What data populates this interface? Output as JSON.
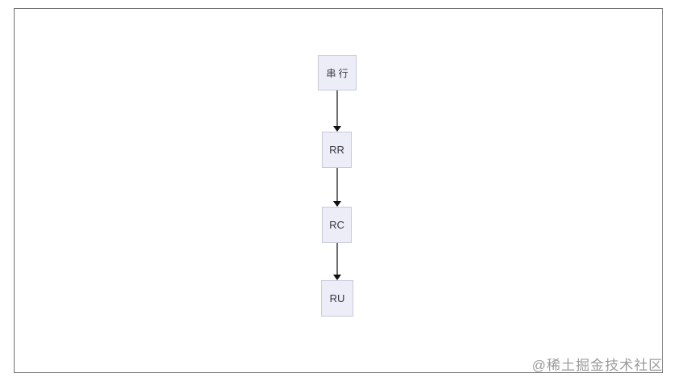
{
  "flowchart": {
    "nodes": [
      {
        "id": "serial",
        "label": "串行"
      },
      {
        "id": "rr",
        "label": "RR"
      },
      {
        "id": "rc",
        "label": "RC"
      },
      {
        "id": "ru",
        "label": "RU"
      }
    ],
    "edges": [
      {
        "from": "串行",
        "to": "RR"
      },
      {
        "from": "RR",
        "to": "RC"
      },
      {
        "from": "RC",
        "to": "RU"
      }
    ]
  },
  "watermark": {
    "label": "@稀土掘金技术社区"
  },
  "colors": {
    "page_background": "#ffffff",
    "frame_border": "#707070",
    "node_background": "#ededf8",
    "node_border": "#c8c8dc",
    "node_text": "#36363b",
    "arrow_line": "#6f6f6f",
    "arrow_head": "#111111",
    "watermark_text": "#9b9b9b"
  }
}
